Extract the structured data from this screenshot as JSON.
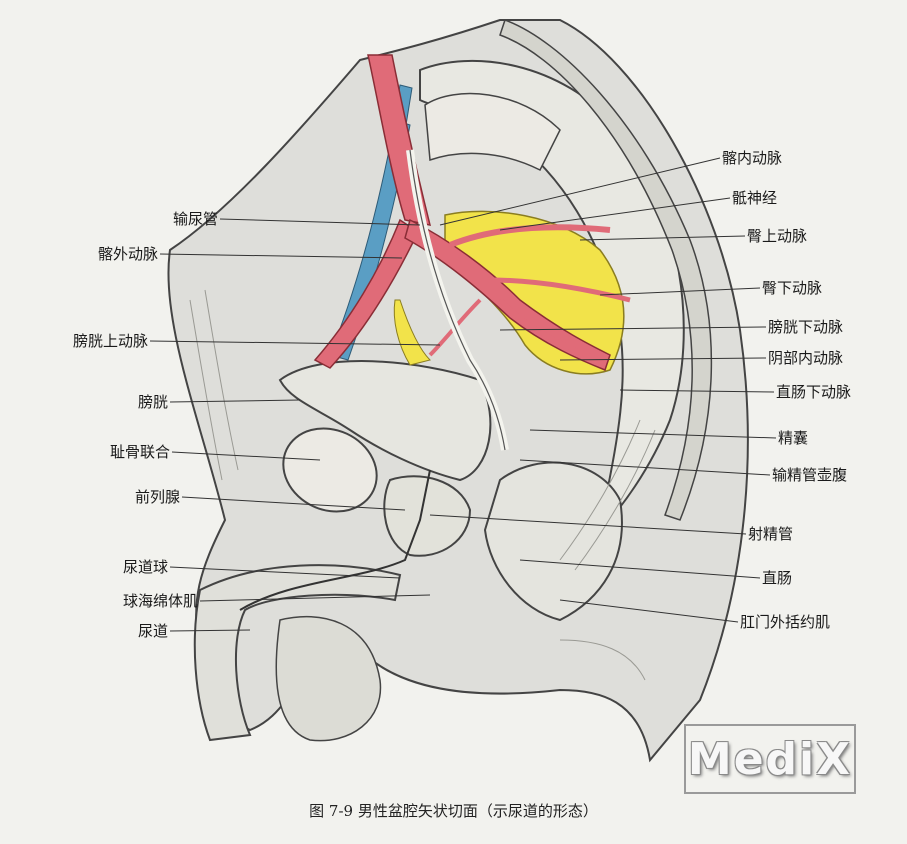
{
  "labels_left": [
    {
      "id": "ureter",
      "text": "输尿管"
    },
    {
      "id": "external-iliac-artery",
      "text": "髂外动脉"
    },
    {
      "id": "superior-vesical-artery",
      "text": "膀胱上动脉"
    },
    {
      "id": "bladder",
      "text": "膀胱"
    },
    {
      "id": "pubic-symphysis",
      "text": "耻骨联合"
    },
    {
      "id": "prostate",
      "text": "前列腺"
    },
    {
      "id": "urethral-bulb",
      "text": "尿道球"
    },
    {
      "id": "bulbospongiosus",
      "text": "球海绵体肌"
    },
    {
      "id": "urethra",
      "text": "尿道"
    }
  ],
  "labels_right": [
    {
      "id": "internal-iliac-artery",
      "text": "髂内动脉"
    },
    {
      "id": "sacral-nerve",
      "text": "骶神经"
    },
    {
      "id": "superior-gluteal-artery",
      "text": "臀上动脉"
    },
    {
      "id": "inferior-gluteal-artery",
      "text": "臀下动脉"
    },
    {
      "id": "inferior-vesical-artery",
      "text": "膀胱下动脉"
    },
    {
      "id": "internal-pudendal-artery",
      "text": "阴部内动脉"
    },
    {
      "id": "inferior-rectal-artery",
      "text": "直肠下动脉"
    },
    {
      "id": "seminal-vesicle",
      "text": "精囊"
    },
    {
      "id": "ampulla-ductus-deferens",
      "text": "输精管壶腹"
    },
    {
      "id": "ejaculatory-duct",
      "text": "射精管"
    },
    {
      "id": "rectum",
      "text": "直肠"
    },
    {
      "id": "external-anal-sphincter",
      "text": "肛门外括约肌"
    }
  ],
  "caption": "图 7-9   男性盆腔矢状切面（示尿道的形态）",
  "watermark": "MediX",
  "colors": {
    "artery": "#e06b78",
    "vein": "#5a9ec4",
    "nerve": "#f2e34a",
    "tissue": "#dcdcd6",
    "line": "#333333",
    "background": "#f2f2ee"
  }
}
